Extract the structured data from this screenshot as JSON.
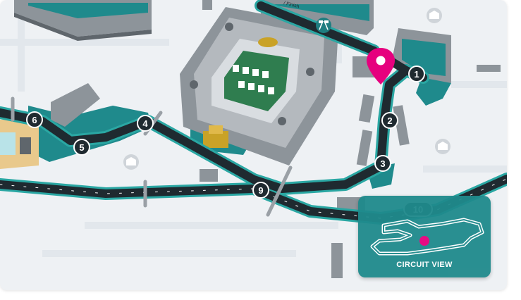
{
  "map": {
    "colors": {
      "ground": "#eef1f4",
      "road": "#1f2a30",
      "track_edge": "#2aa7a3",
      "building": "#9aa0a6",
      "building_dark": "#5f666c",
      "foliage": "#1f8a8c",
      "accent_pin": "#e6007e",
      "panel": "#1f8a8c"
    },
    "road_label": "/ Finish",
    "turns": [
      {
        "label": "1"
      },
      {
        "label": "2"
      },
      {
        "label": "3"
      },
      {
        "label": "4"
      },
      {
        "label": "5"
      },
      {
        "label": "6"
      },
      {
        "label": "9"
      },
      {
        "label": "10"
      }
    ],
    "icons": [
      "map-pin-icon",
      "checkered-flags-icon",
      "grandstand-icon",
      "grandstand-icon",
      "grandstand-icon"
    ]
  },
  "circuit_view": {
    "label": "CIRCUIT VIEW"
  }
}
